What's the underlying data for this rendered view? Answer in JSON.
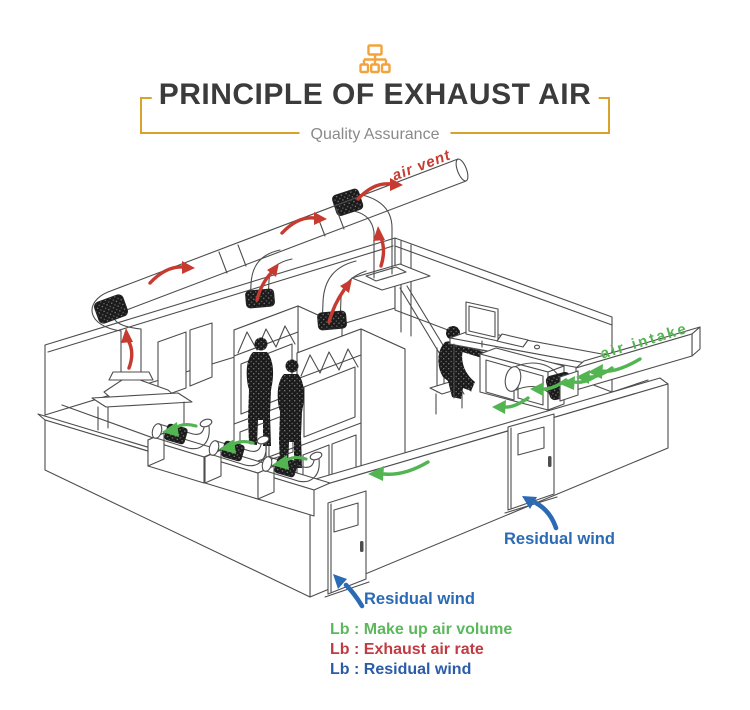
{
  "header": {
    "icon": "hierarchy-icon",
    "icon_color": "#F2A33C",
    "title": "PRINCIPLE OF EXHAUST AIR",
    "title_color": "#3B3B3B",
    "subtitle": "Quality Assurance",
    "subtitle_color": "#8A8A8A",
    "accent_gold": "#D8A22C"
  },
  "diagram": {
    "description": "Isometric line drawing of a lab room showing exhaust air flow",
    "labels": {
      "air_vent": "air vent",
      "air_intake": "air intake",
      "residual_wind_door_right": "Residual wind",
      "residual_wind_door_front": "Residual wind"
    },
    "colors": {
      "exhaust_air_red": "#C63A30",
      "make_up_air_green": "#53B552",
      "residual_wind_blue": "#2B6AB4",
      "line_art": "#4D4D4D"
    }
  },
  "legend": {
    "items": [
      {
        "id": "make-up-air-volume",
        "label": "Lb : Make up air volume",
        "color": "#5CB85C"
      },
      {
        "id": "exhaust-air-rate",
        "label": "Lb : Exhaust air rate",
        "color": "#C23B42"
      },
      {
        "id": "residual-wind",
        "label": "Lb : Residual wind",
        "color": "#2B5CA8"
      }
    ]
  }
}
